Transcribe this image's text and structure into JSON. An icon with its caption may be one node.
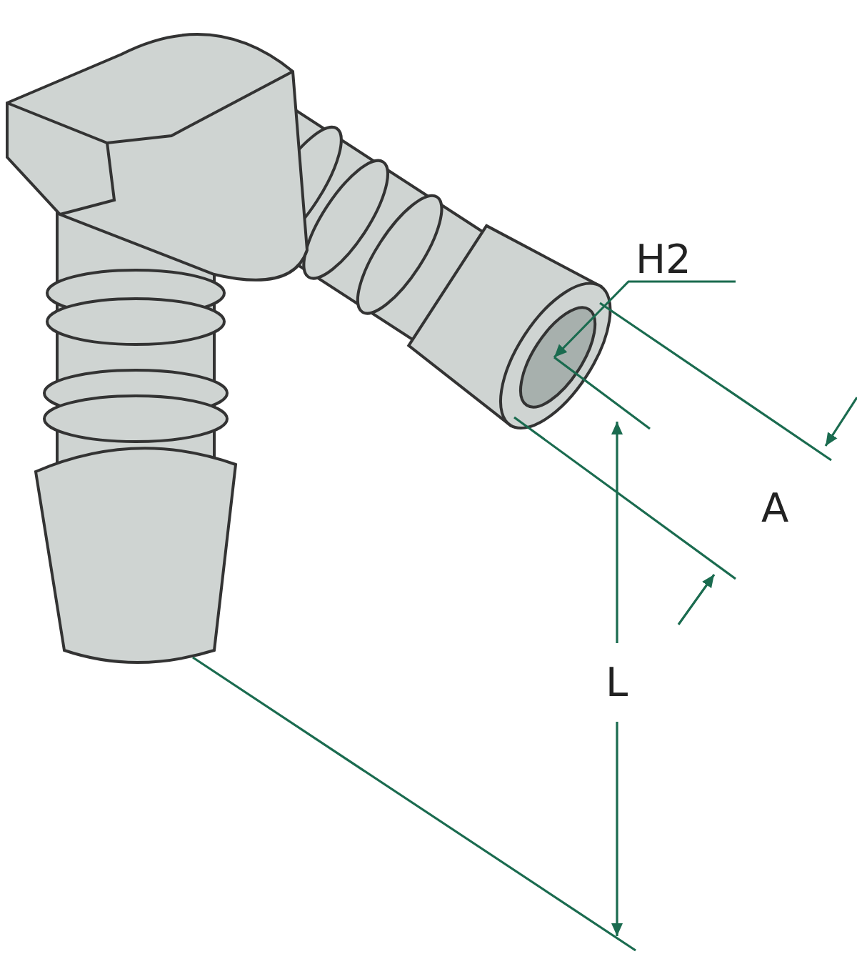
{
  "diagram": {
    "labels": [
      "H2",
      "A",
      "L"
    ]
  }
}
